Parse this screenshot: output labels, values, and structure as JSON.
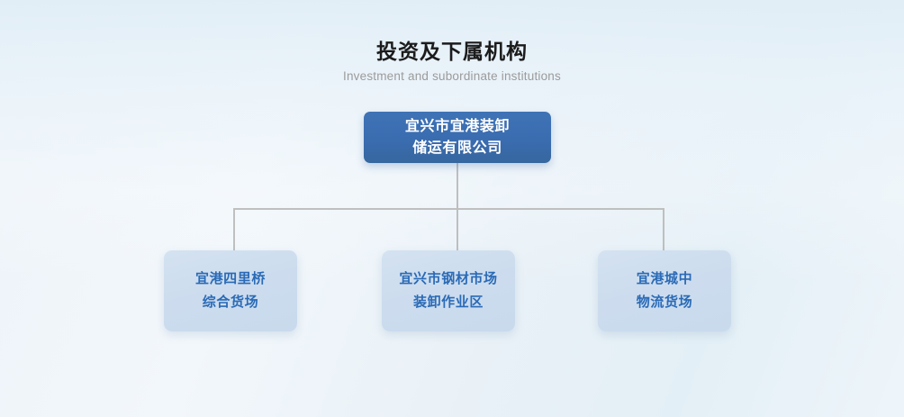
{
  "header": {
    "title": "投资及下属机构",
    "subtitle": "Investment and subordinate institutions"
  },
  "colors": {
    "root_node_fill": "#3a6cb0",
    "root_node_text": "#ffffff",
    "child_node_fill": "#ccdcee",
    "child_node_text": "#2a6ab6",
    "connector_line": "#bfbfbf",
    "title_text": "#1b1b1b",
    "subtitle_text": "#9b9b9b",
    "background_top": "#e9f1f7",
    "background_bottom": "#ffffff"
  },
  "org_chart": {
    "type": "tree",
    "root": {
      "lines": [
        "宜兴市宜港装卸",
        "储运有限公司"
      ]
    },
    "children": [
      {
        "lines": [
          "宜港四里桥",
          "综合货场"
        ]
      },
      {
        "lines": [
          "宜兴市钢材市场",
          "装卸作业区"
        ]
      },
      {
        "lines": [
          "宜港城中",
          "物流货场"
        ]
      }
    ]
  }
}
